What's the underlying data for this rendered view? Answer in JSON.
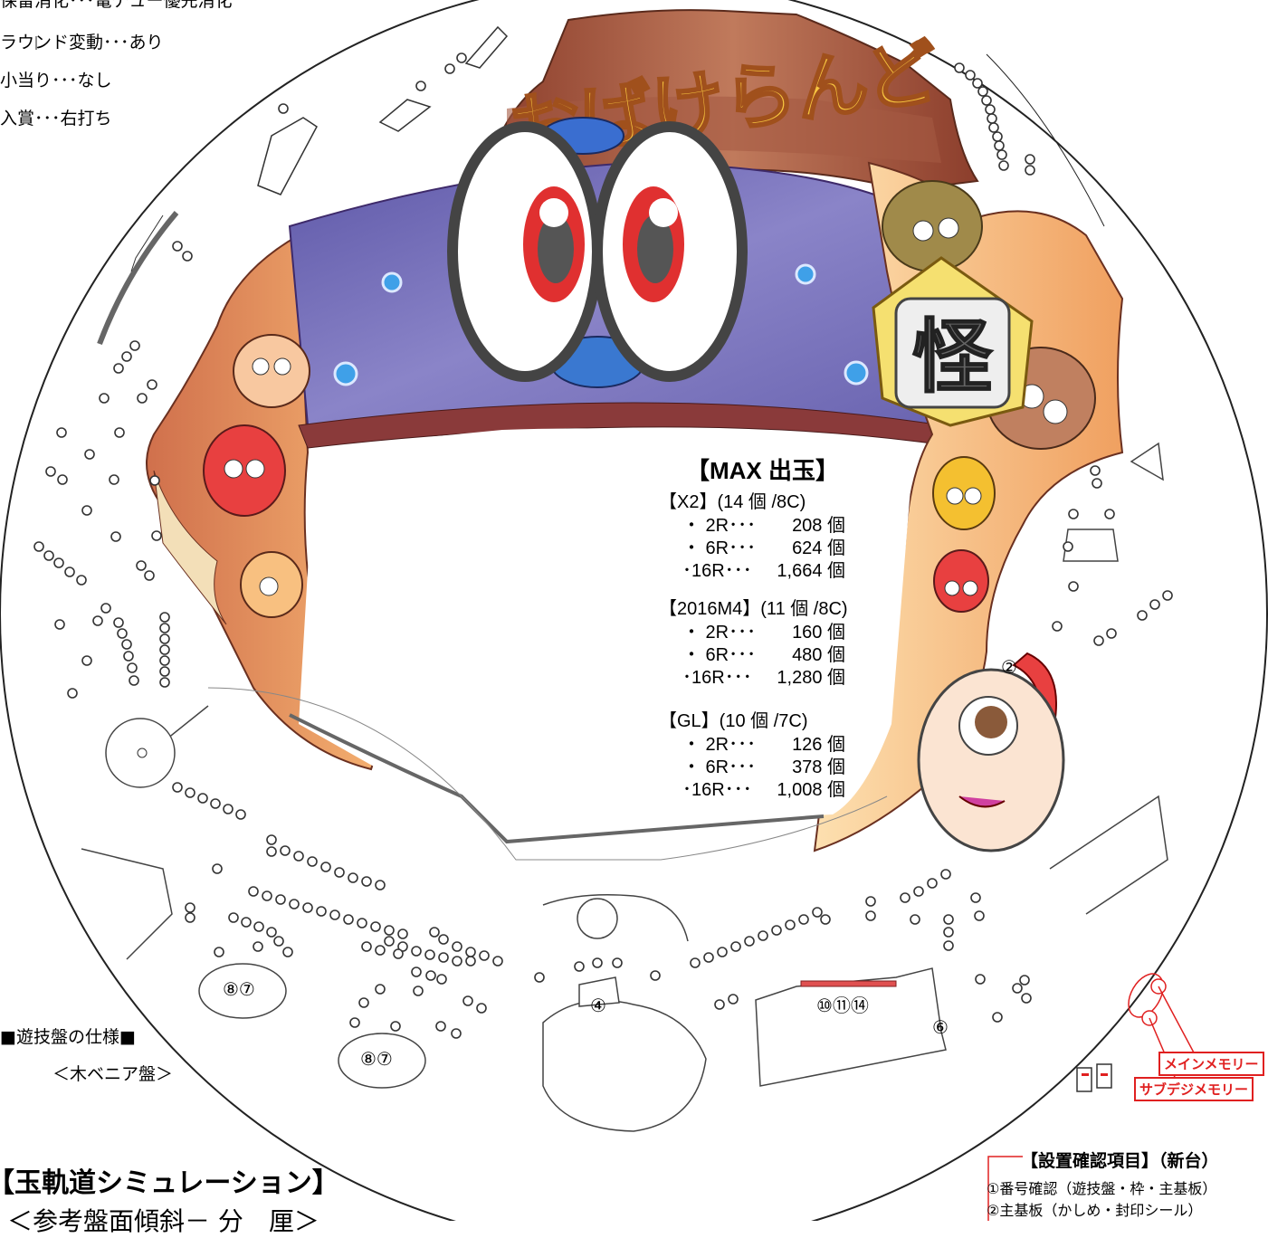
{
  "spec_lines": [
    "保留消化･･･電チュー優先消化",
    "ラウンド変動･･･あり",
    "小当り･･･なし",
    "入賞･･･右打ち"
  ],
  "board_spec": {
    "title": "■遊技盤の仕様■",
    "type": "＜木ベニア盤＞"
  },
  "logo_text": "おばけらんど",
  "sign_char": "怪",
  "max_output": {
    "title": "【MAX 出玉】",
    "groups": [
      {
        "head": "【X2】(14 個 /8C)",
        "rows": [
          {
            "r": "・ 2R･･･",
            "v": "208 個"
          },
          {
            "r": "・ 6R･･･",
            "v": "624 個"
          },
          {
            "r": "･16R･･･",
            "v": "1,664 個"
          }
        ]
      },
      {
        "head": "【2016M4】(11 個 /8C)",
        "rows": [
          {
            "r": "・ 2R･･･",
            "v": "160 個"
          },
          {
            "r": "・ 6R･･･",
            "v": "480 個"
          },
          {
            "r": "･16R･･･",
            "v": "1,280 個"
          }
        ]
      },
      {
        "head": "【GL】(10 個 /7C)",
        "rows": [
          {
            "r": "・ 2R･･･",
            "v": "126 個"
          },
          {
            "r": "・ 6R･･･",
            "v": "378 個"
          },
          {
            "r": "･16R･･･",
            "v": "1,008 個"
          }
        ]
      }
    ]
  },
  "markers": {
    "m2": "②",
    "m4": "④",
    "m6": "⑥",
    "m87a": "⑧⑦",
    "m87b": "⑧⑦",
    "m101114": "⑩⑪⑭"
  },
  "memory_labels": {
    "main": "メインメモリー",
    "sub": "サブデジメモリー"
  },
  "trajectory": {
    "title": "【玉軌道シミュレーション】",
    "subtitle": "＜参考盤面傾斜－ 分　厘＞"
  },
  "confirm": {
    "title": "【設置確認項目】（新台）",
    "items": [
      "①番号確認（遊技盤・枠・主基板）",
      "②主基板（かしめ・封印シール）"
    ]
  },
  "colors": {
    "accent_red": "#e02020",
    "panel_purple": "#6e66b4",
    "frame_brown": "#9a5a45",
    "flame_orange": "#f2a060"
  }
}
